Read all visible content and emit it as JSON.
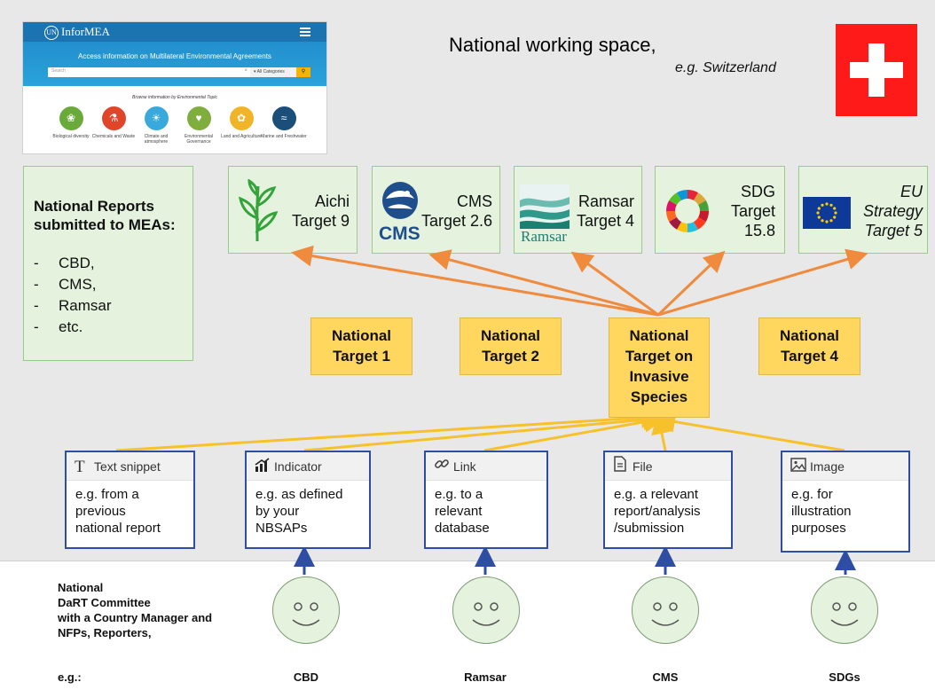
{
  "thumbnail": {
    "logo": "InforMEA",
    "un_symbol": "un-emblem",
    "tagline": "Access information on Multilateral Environmental Agreements",
    "search_placeholder": "Search",
    "search_clear": "×",
    "category_select": "▾ All Categories",
    "search_button_icon": "search-icon",
    "topics_heading": "Browse information by Environmental Topic",
    "topics": [
      {
        "label": "Biological diversity",
        "color": "#6aaa3a",
        "icon": "dna-icon"
      },
      {
        "label": "Chemicals and Waste",
        "color": "#e0452a",
        "icon": "flask-icon"
      },
      {
        "label": "Climate and atmosphere",
        "color": "#39a9db",
        "icon": "sun-cloud-icon"
      },
      {
        "label": "Environmental Governance",
        "color": "#7fae3e",
        "icon": "hands-icon"
      },
      {
        "label": "Land and Agriculture",
        "color": "#f0b429",
        "icon": "wheat-icon"
      },
      {
        "label": "Marine and Freshwater",
        "color": "#1b4f7a",
        "icon": "fish-icon"
      }
    ]
  },
  "title": "National working space,",
  "subtitle": "e.g. Switzerland",
  "flag": {
    "country": "Switzerland",
    "color": "#ff1a1a"
  },
  "reports": {
    "heading": "National Reports submitted to MEAs:",
    "items": [
      "CBD,",
      "CMS,",
      "Ramsar",
      "etc."
    ],
    "bullet": "-"
  },
  "global_targets": [
    {
      "line1": "Aichi",
      "line2": "Target 9",
      "line3": "",
      "icon": "aichi-plant-icon",
      "italic": false
    },
    {
      "line1": "CMS",
      "line2": "Target 2.6",
      "line3": "",
      "icon": "cms-logo-icon",
      "logo_text": "CMS",
      "italic": false
    },
    {
      "line1": "Ramsar",
      "line2": "Target 4",
      "line3": "",
      "icon": "ramsar-logo-icon",
      "logo_text": "Ramsar",
      "italic": false
    },
    {
      "line1": "SDG",
      "line2": "Target",
      "line3": "15.8",
      "icon": "sdg-wheel-icon",
      "italic": false
    },
    {
      "line1": "EU",
      "line2": "Strategy",
      "line3": "Target 5",
      "icon": "eu-flag-icon",
      "italic": true
    }
  ],
  "national_targets": [
    {
      "text": "National Target 1"
    },
    {
      "text": "National Target 2"
    },
    {
      "text": "National Target on Invasive Species"
    },
    {
      "text": "National Target 4"
    }
  ],
  "cards": [
    {
      "type": "Text snippet",
      "icon": "text-icon",
      "body": [
        "e.g. from a",
        "previous",
        "national report"
      ]
    },
    {
      "type": "Indicator",
      "icon": "indicator-chart-icon",
      "body": [
        "e.g. as defined",
        "by your",
        "NBSAPs"
      ]
    },
    {
      "type": "Link",
      "icon": "link-icon",
      "body": [
        "e.g. to a",
        "relevant",
        "database"
      ]
    },
    {
      "type": "File",
      "icon": "file-icon",
      "body": [
        "e.g. a relevant",
        "report/analysis",
        "/submission"
      ]
    },
    {
      "type": "Image",
      "icon": "image-icon",
      "body": [
        "e.g. for",
        "illustration",
        "purposes"
      ]
    }
  ],
  "committee": {
    "lines": [
      "National",
      "DaRT Committee",
      "with a Country Manager and",
      "NFPs, Reporters,"
    ],
    "eg": "e.g.:",
    "members": [
      "CBD",
      "Ramsar",
      "CMS",
      "SDGs"
    ]
  },
  "colors": {
    "workspace": "#e8e8e8",
    "target_box": "#e4f2de",
    "national_target": "#ffd75e",
    "orange_arrow": "#f08a3c",
    "yellow_arrow": "#f6c12a",
    "blue_arrow": "#2d4ea2"
  }
}
